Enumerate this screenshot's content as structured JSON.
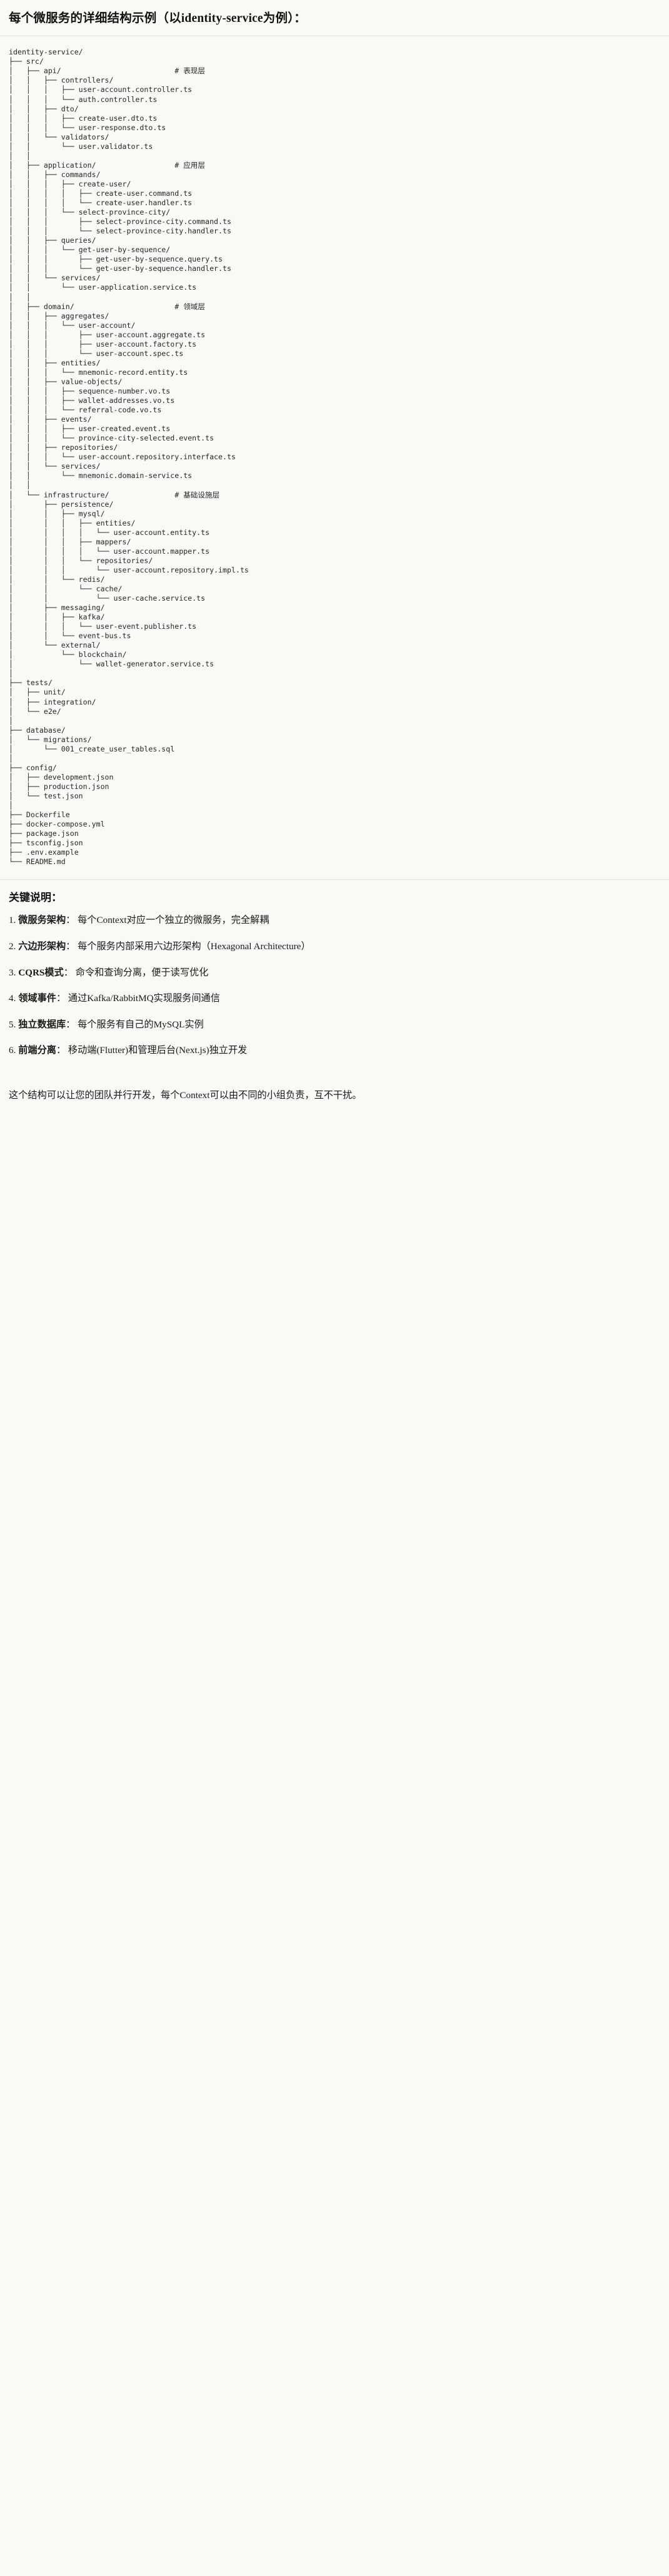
{
  "heading": "每个微服务的详细结构示例（以identity-service为例）：",
  "tree": {
    "root": "identity-service/",
    "lines": [
      "identity-service/",
      "├── src/",
      "│   ├── api/                          # 表现层",
      "│   │   ├── controllers/",
      "│   │   │   ├── user-account.controller.ts",
      "│   │   │   └── auth.controller.ts",
      "│   │   ├── dto/",
      "│   │   │   ├── create-user.dto.ts",
      "│   │   │   └── user-response.dto.ts",
      "│   │   └── validators/",
      "│   │       └── user.validator.ts",
      "│   │",
      "│   ├── application/                  # 应用层",
      "│   │   ├── commands/",
      "│   │   │   ├── create-user/",
      "│   │   │   │   ├── create-user.command.ts",
      "│   │   │   │   └── create-user.handler.ts",
      "│   │   │   └── select-province-city/",
      "│   │   │       ├── select-province-city.command.ts",
      "│   │   │       └── select-province-city.handler.ts",
      "│   │   ├── queries/",
      "│   │   │   └── get-user-by-sequence/",
      "│   │   │       ├── get-user-by-sequence.query.ts",
      "│   │   │       └── get-user-by-sequence.handler.ts",
      "│   │   └── services/",
      "│   │       └── user-application.service.ts",
      "│   │",
      "│   ├── domain/                       # 领域层",
      "│   │   ├── aggregates/",
      "│   │   │   └── user-account/",
      "│   │   │       ├── user-account.aggregate.ts",
      "│   │   │       ├── user-account.factory.ts",
      "│   │   │       └── user-account.spec.ts",
      "│   │   ├── entities/",
      "│   │   │   └── mnemonic-record.entity.ts",
      "│   │   ├── value-objects/",
      "│   │   │   ├── sequence-number.vo.ts",
      "│   │   │   ├── wallet-addresses.vo.ts",
      "│   │   │   └── referral-code.vo.ts",
      "│   │   ├── events/",
      "│   │   │   ├── user-created.event.ts",
      "│   │   │   └── province-city-selected.event.ts",
      "│   │   ├── repositories/",
      "│   │   │   └── user-account.repository.interface.ts",
      "│   │   └── services/",
      "│   │       └── mnemonic.domain-service.ts",
      "│   │",
      "│   └── infrastructure/               # 基础设施层",
      "│       ├── persistence/",
      "│       │   ├── mysql/",
      "│       │   │   ├── entities/",
      "│       │   │   │   └── user-account.entity.ts",
      "│       │   │   ├── mappers/",
      "│       │   │   │   └── user-account.mapper.ts",
      "│       │   │   └── repositories/",
      "│       │   │       └── user-account.repository.impl.ts",
      "│       │   └── redis/",
      "│       │       └── cache/",
      "│       │           └── user-cache.service.ts",
      "│       ├── messaging/",
      "│       │   ├── kafka/",
      "│       │   │   └── user-event.publisher.ts",
      "│       │   └── event-bus.ts",
      "│       └── external/",
      "│           └── blockchain/",
      "│               └── wallet-generator.service.ts",
      "│",
      "├── tests/",
      "│   ├── unit/",
      "│   ├── integration/",
      "│   └── e2e/",
      "│",
      "├── database/",
      "│   └── migrations/",
      "│       └── 001_create_user_tables.sql",
      "│",
      "├── config/",
      "│   ├── development.json",
      "│   ├── production.json",
      "│   └── test.json",
      "│",
      "├── Dockerfile",
      "├── docker-compose.yml",
      "├── package.json",
      "├── tsconfig.json",
      "├── .env.example",
      "└── README.md"
    ],
    "layer_comments": [
      {
        "path": "api/",
        "comment": "# 表现层"
      },
      {
        "path": "application/",
        "comment": "# 应用层"
      },
      {
        "path": "domain/",
        "comment": "# 领域层"
      },
      {
        "path": "infrastructure/",
        "comment": "# 基础设施层"
      }
    ]
  },
  "keys": {
    "title": "关键说明：",
    "items": [
      {
        "num": "1.",
        "term": "微服务架构",
        "sep": "：",
        "desc": "每个Context对应一个独立的微服务，完全解耦"
      },
      {
        "num": "2.",
        "term": "六边形架构",
        "sep": "：",
        "desc": "每个服务内部采用六边形架构（Hexagonal Architecture）"
      },
      {
        "num": "3.",
        "term": "CQRS模式",
        "sep": "：",
        "desc": "命令和查询分离，便于读写优化"
      },
      {
        "num": "4.",
        "term": "领域事件",
        "sep": "：",
        "desc": "通过Kafka/RabbitMQ实现服务间通信"
      },
      {
        "num": "5.",
        "term": "独立数据库",
        "sep": "：",
        "desc": "每个服务有自己的MySQL实例"
      },
      {
        "num": "6.",
        "term": "前端分离",
        "sep": "：",
        "desc": "移动端(Flutter)和管理后台(Next.js)独立开发"
      }
    ],
    "closing": "这个结构可以让您的团队并行开发，每个Context可以由不同的小组负责，互不干扰。"
  },
  "colors": {
    "background": "#faf9f6",
    "text": "#1a1a1a",
    "code_text": "#262626",
    "rule": "#e3e1dc"
  }
}
